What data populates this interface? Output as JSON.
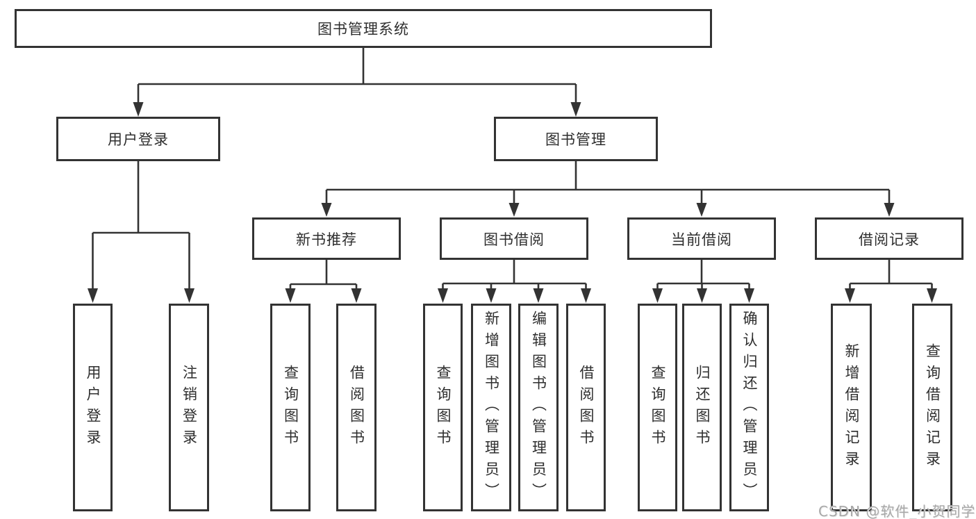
{
  "diagram": {
    "root": {
      "label": "图书管理系统"
    },
    "level2": [
      {
        "id": "user-login",
        "label": "用户登录"
      },
      {
        "id": "book-management",
        "label": "图书管理"
      }
    ],
    "level3": [
      {
        "id": "new-book-recommendation",
        "parent": "book-management",
        "label": "新书推荐"
      },
      {
        "id": "book-borrowing",
        "parent": "book-management",
        "label": "图书借阅"
      },
      {
        "id": "current-borrowing",
        "parent": "book-management",
        "label": "当前借阅"
      },
      {
        "id": "borrowing-records",
        "parent": "book-management",
        "label": "借阅记录"
      }
    ],
    "leaves": [
      {
        "parent": "user-login",
        "label": "用户登录"
      },
      {
        "parent": "user-login",
        "label": "注销登录"
      },
      {
        "parent": "new-book-recommendation",
        "label": "查询图书"
      },
      {
        "parent": "new-book-recommendation",
        "label": "借阅图书"
      },
      {
        "parent": "book-borrowing",
        "label": "查询图书"
      },
      {
        "parent": "book-borrowing",
        "label": "新增图书（管理员）"
      },
      {
        "parent": "book-borrowing",
        "label": "编辑图书（管理员）"
      },
      {
        "parent": "book-borrowing",
        "label": "借阅图书"
      },
      {
        "parent": "current-borrowing",
        "label": "查询图书"
      },
      {
        "parent": "current-borrowing",
        "label": "归还图书"
      },
      {
        "parent": "current-borrowing",
        "label": "确认归还（管理员）"
      },
      {
        "parent": "borrowing-records",
        "label": "新增借阅记录"
      },
      {
        "parent": "borrowing-records",
        "label": "查询借阅记录"
      }
    ],
    "watermark": "CSDN @软件_小贺同学",
    "colors": {
      "line": "#333333",
      "text": "#2e2e2e",
      "box_background": "#ffffff",
      "watermark": "#a8a8a8"
    }
  }
}
